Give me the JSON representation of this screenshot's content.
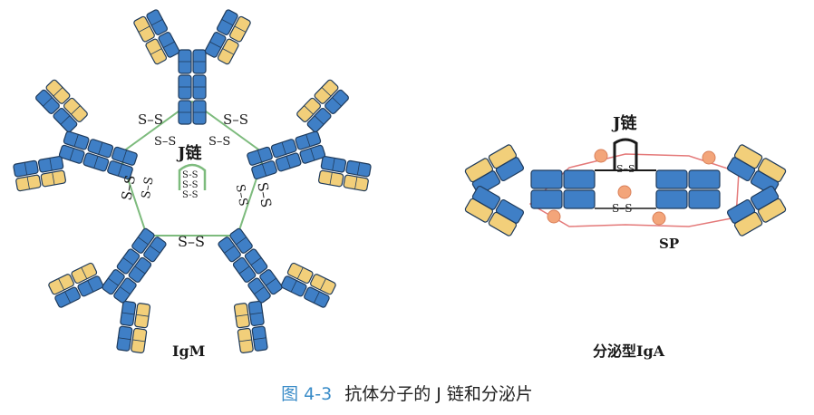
{
  "left_diagram": {
    "title": "IgM",
    "j_chain_label": "J链",
    "disulfide_label": "S–S",
    "disulfide_small": "S-S",
    "disulfide_vertical": "S S"
  },
  "right_diagram": {
    "title": "分泌型IgA",
    "j_chain_label": "J链",
    "disulfide_label": "S–S",
    "secretory_piece_label": "SP"
  },
  "caption": {
    "figure_number": "图 4-3",
    "text": "抗体分子的 J 链和分泌片"
  },
  "colors": {
    "heavy_chain": "#3f7fc6",
    "light_chain": "#f2cf7a",
    "j_chain_link": "#7dbb7d",
    "secretory_piece": "#f3a57a",
    "sp_line": "#e47979",
    "outline": "#1f3b5c"
  }
}
